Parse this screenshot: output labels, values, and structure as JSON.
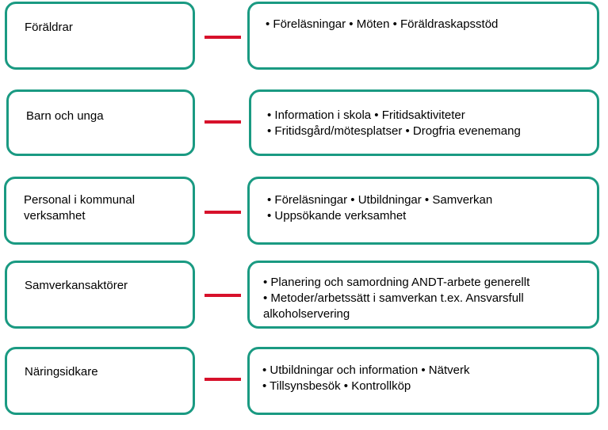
{
  "rows": [
    {
      "left": "Föräldrar",
      "right": [
        "• Föreläsningar • Möten • Föräldraskapsstöd"
      ]
    },
    {
      "left": "Barn och unga",
      "right": [
        "• Information i skola • Fritidsaktiviteter",
        "• Fritidsgård/mötesplatser • Drogfria evenemang"
      ]
    },
    {
      "left": "Personal i kommunal verksamhet",
      "right": [
        "• Föreläsningar • Utbildningar • Samverkan",
        "• Uppsökande verksamhet"
      ]
    },
    {
      "left": "Samverkansaktörer",
      "right": [
        "• Planering och samordning ANDT-arbete generellt",
        "• Metoder/arbetssätt i samverkan t.ex. Ansvarsfull alkoholservering"
      ]
    },
    {
      "left": "Näringsidkare",
      "right": [
        "• Utbildningar och information • Nätverk",
        "• Tillsynsbesök • Kontrollköp"
      ]
    }
  ],
  "colors": {
    "box_border": "#1a9a82",
    "connector": "#d7112b",
    "text": "#000000",
    "background": "#ffffff"
  }
}
